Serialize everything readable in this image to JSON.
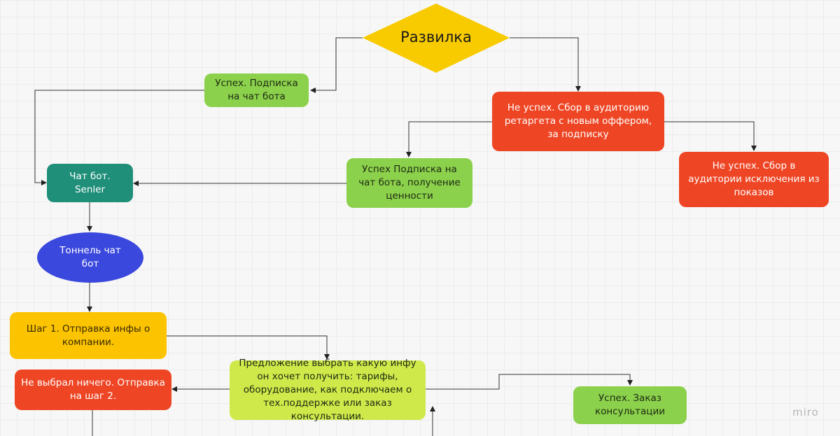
{
  "diagram": {
    "nodes": {
      "fork": {
        "label": "Развилка",
        "color": "#f8cb00"
      },
      "success_subscribe": {
        "label": "Успех. Подписка на чат бота",
        "color": "#8bd14c"
      },
      "fail_retarget": {
        "label": "Не успех. Сбор в аудиторию ретаргета с новым оффером, за подписку",
        "color": "#ee4625"
      },
      "success_value": {
        "label": "Успех Подписка на чат бота, получение ценности",
        "color": "#8bd14c"
      },
      "fail_exclude": {
        "label": "Не успех. Сбор в аудитории исключения из показов",
        "color": "#ee4625"
      },
      "chatbot_senler": {
        "label": "Чат бот. Senler",
        "color": "#1f8f79"
      },
      "funnel": {
        "label": "Тоннель чат бот",
        "color": "#3b48dd"
      },
      "step1": {
        "label": "Шаг 1. Отправка инфы о компании.",
        "color": "#fbc300"
      },
      "offer_choice": {
        "label": "Предложение выбрать какую инфу он хочет получить: тарифы, оборудование, как подключаем о тех.поддержке или заказ консультации.",
        "color": "#cfe94a"
      },
      "nothing_chosen": {
        "label": "Не выбрал ничего. Отправка на шаг 2.",
        "color": "#ee4625"
      },
      "success_consult": {
        "label": "Успех. Заказ консультации",
        "color": "#8bd14c"
      }
    },
    "watermark": "miro"
  }
}
